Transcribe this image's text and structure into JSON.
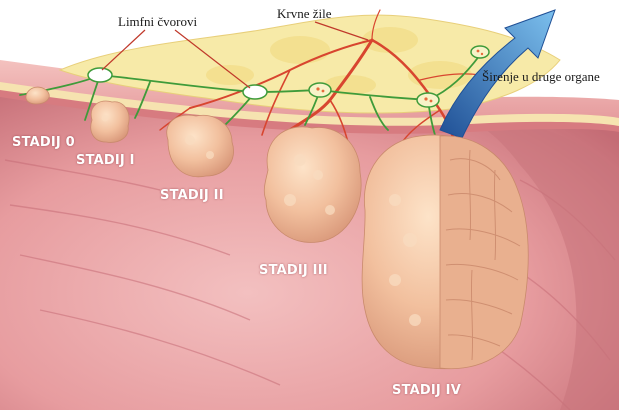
{
  "labels": {
    "lymph_nodes": "Limfni čvorovi",
    "blood_vessels": "Krvne žile",
    "spread": "Širenje u druge organe"
  },
  "stages": [
    "STADIJ 0",
    "STADIJ I",
    "STADIJ II",
    "STADIJ III",
    "STADIJ IV"
  ],
  "colors": {
    "lumen": "#e9a3a5",
    "lumen_dark": "#c97078",
    "wall_pink": "#f0b7b4",
    "fat": "#f5e6a0",
    "tumor": "#f3c7a6",
    "tumor_dark": "#d99a78",
    "vessel_red": "#d8452f",
    "lymph_green": "#3f9b3a",
    "arrow_blue": "#3b78c4"
  }
}
